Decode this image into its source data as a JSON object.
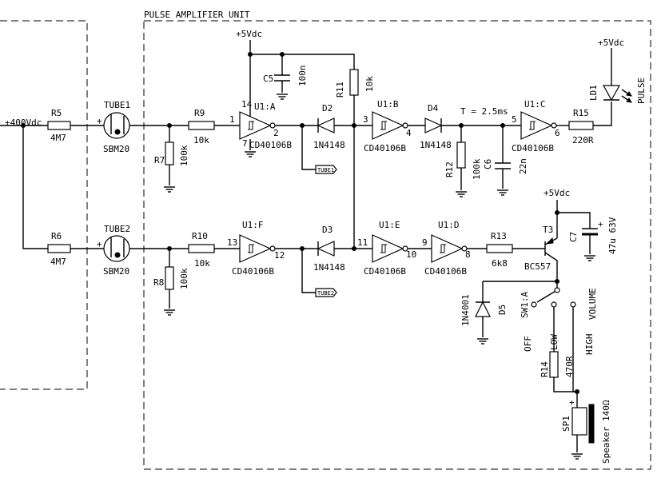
{
  "frame_title": "PULSE AMPLIFIER UNIT",
  "input_label": "+400Vdc",
  "supplies": {
    "u1": "+5Vdc",
    "led": "+5Vdc",
    "t3": "+5Vdc"
  },
  "resistors": {
    "r5": {
      "ref": "R5",
      "value": "4M7"
    },
    "r6": {
      "ref": "R6",
      "value": "4M7"
    },
    "r7": {
      "ref": "R7",
      "value": "100k"
    },
    "r8": {
      "ref": "R8",
      "value": "100k"
    },
    "r9": {
      "ref": "R9",
      "value": "10k"
    },
    "r10": {
      "ref": "R10",
      "value": "10k"
    },
    "r11": {
      "ref": "R11",
      "value": "10k"
    },
    "r12": {
      "ref": "R12",
      "value": "100k"
    },
    "r13": {
      "ref": "R13",
      "value": "6k8"
    },
    "r14": {
      "ref": "R14",
      "value": "470R"
    },
    "r15": {
      "ref": "R15",
      "value": "220R"
    }
  },
  "capacitors": {
    "c5": {
      "ref": "C5",
      "value": "100n"
    },
    "c6": {
      "ref": "C6",
      "value": "22n"
    },
    "c7": {
      "ref": "C7",
      "value": "47u 63V"
    }
  },
  "diodes": {
    "d2": {
      "ref": "D2",
      "value": "1N4148"
    },
    "d3": {
      "ref": "D3",
      "value": "1N4148"
    },
    "d4": {
      "ref": "D4",
      "value": "1N4148"
    },
    "d5": {
      "ref": "D5",
      "value": "1N4001"
    }
  },
  "tubes": {
    "tube1": {
      "ref": "TUBE1",
      "value": "SBM20",
      "plus": "+"
    },
    "tube2": {
      "ref": "TUBE2",
      "value": "SBM20",
      "plus": "+"
    }
  },
  "gates": {
    "u1a": {
      "ref": "U1:A",
      "part": "CD40106B",
      "pin_in": "1",
      "pin_out": "2",
      "pin_vcc": "14",
      "pin_gnd": "7"
    },
    "u1b": {
      "ref": "U1:B",
      "part": "CD40106B",
      "pin_in": "3",
      "pin_out": "4"
    },
    "u1c": {
      "ref": "U1:C",
      "part": "CD40106B",
      "pin_in": "5",
      "pin_out": "6"
    },
    "u1d": {
      "ref": "U1:D",
      "part": "CD40106B",
      "pin_in": "9",
      "pin_out": "8"
    },
    "u1e": {
      "ref": "U1:E",
      "part": "CD40106B",
      "pin_in": "11",
      "pin_out": "10"
    },
    "u1f": {
      "ref": "U1:F",
      "part": "CD40106B",
      "pin_in": "13",
      "pin_out": "12"
    }
  },
  "timing_note": "T = 2.5ms",
  "net_labels": {
    "tube1": "TUBE1",
    "tube2": "TUBE2"
  },
  "led": {
    "ref": "LD1",
    "name": "PULSE"
  },
  "transistor": {
    "ref": "T3",
    "part": "BC557"
  },
  "switch": {
    "ref": "SW1:A",
    "off": "OFF",
    "low": "LOW",
    "high": "HIGH",
    "volume": "VOLUME"
  },
  "speaker": {
    "ref": "SP1",
    "value": "Speaker 140Ω",
    "plus": "+"
  },
  "polarity_plus": "+"
}
